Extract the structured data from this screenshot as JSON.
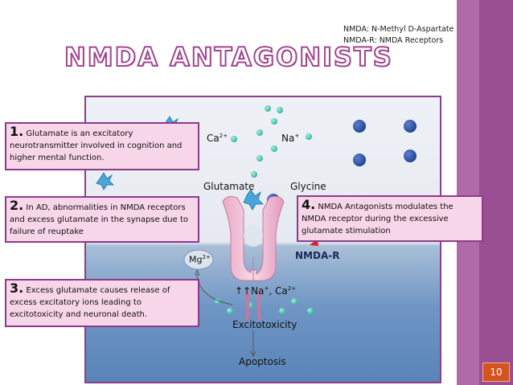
{
  "legend": {
    "line1": "NMDA: N-Methyl D-Aspartate",
    "line2": "NMDA-R: NMDA Receptors"
  },
  "title": "NMDA ANTAGONISTS",
  "diagram": {
    "ca": "Ca",
    "ca_sup": "2+",
    "na": "Na",
    "na_sup": "+",
    "glutamate": "Glutamate",
    "glycine": "Glycine",
    "mg": "Mg",
    "mg_sup": "2+",
    "nmda_r": "NMDA-R",
    "influx": "↑↑Na",
    "influx_sup": "+",
    "influx_ca": ", Ca",
    "influx_ca_sup": "2+",
    "excitotoxicity": "Excitotoxicity",
    "apoptosis": "Apoptosis"
  },
  "boxes": [
    {
      "num": "1.",
      "text": "Glutamate is an excitatory neurotransmitter involved in cognition and higher mental function."
    },
    {
      "num": "2.",
      "text": "In AD, abnormalities in NMDA receptors and excess glutamate in the synapse due to failure of reuptake"
    },
    {
      "num": "3.",
      "text": "Excess glutamate causes release of excess excitatory ions leading to excitotoxicity and neuronal death."
    },
    {
      "num": "4.",
      "text": "NMDA Antagonists modulates the NMDA receptor during the excessive glutamate stimulation"
    }
  ],
  "page_number": "10",
  "colors": {
    "accent": "#a2478f",
    "box_bg": "#f6d6e8",
    "page_badge": "#d4541f"
  }
}
